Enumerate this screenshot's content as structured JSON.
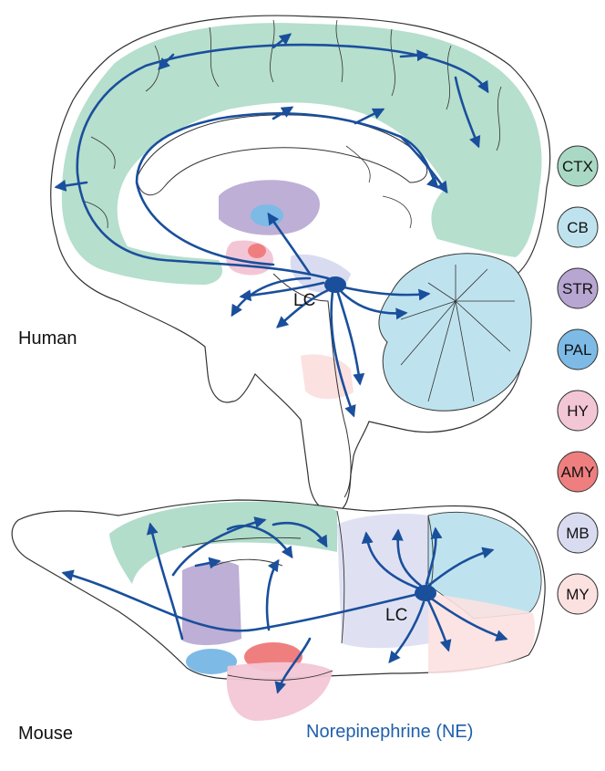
{
  "species": {
    "human": "Human",
    "mouse": "Mouse"
  },
  "lc_label": "LC",
  "footer_label": "Norepinephrine (NE)",
  "legend": [
    {
      "abbr": "CTX",
      "color": "#a9d9c4"
    },
    {
      "abbr": "CB",
      "color": "#bfe3ee"
    },
    {
      "abbr": "STR",
      "color": "#b7a6d2"
    },
    {
      "abbr": "PAL",
      "color": "#7dbbe6"
    },
    {
      "abbr": "HY",
      "color": "#f3c6d6"
    },
    {
      "abbr": "AMY",
      "color": "#ef7f7f"
    },
    {
      "abbr": "MB",
      "color": "#d9dcf1"
    },
    {
      "abbr": "MY",
      "color": "#fbe1e0"
    }
  ],
  "colors": {
    "pathway": "#1a4f9c",
    "footer_text": "#1f5fad",
    "outline": "#333333",
    "ctx": "#a9d9c4",
    "cb": "#bfe3ee",
    "str": "#b7a6d2",
    "pal": "#7dbbe6",
    "hy": "#f3c6d6",
    "amy": "#ef7f7f",
    "mb": "#d9dcf1",
    "my": "#fbe1e0"
  }
}
